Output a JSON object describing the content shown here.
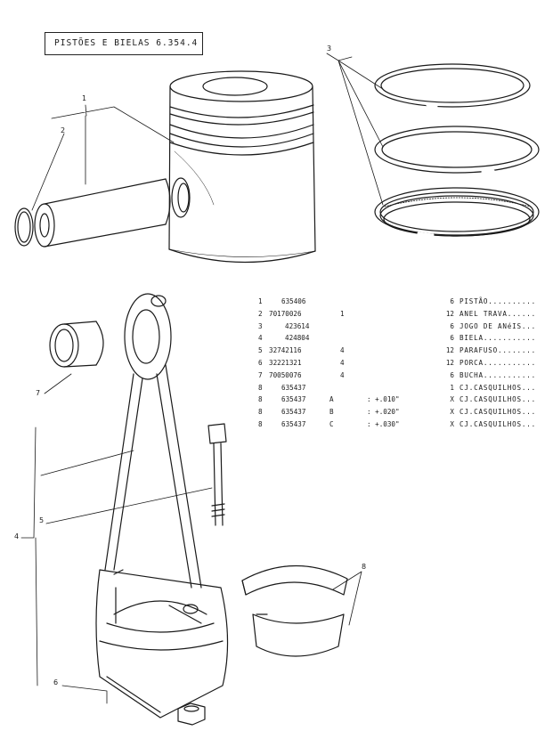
{
  "title": "PISTÕES E BIELAS  6.354.4",
  "callouts": [
    "1",
    "2",
    "3",
    "4",
    "5",
    "6",
    "7",
    "8"
  ],
  "parts": [
    {
      "item": "1",
      "ref": "635406",
      "qty1": "",
      "var": "",
      "tol": "",
      "qty": "6",
      "desc": "PISTÃO.........."
    },
    {
      "item": "2",
      "ref": "70170026",
      "qty1": "1",
      "var": "",
      "tol": "",
      "qty": "12",
      "desc": "ANEL TRAVA......"
    },
    {
      "item": "3",
      "ref": "423614",
      "qty1": "",
      "var": "",
      "tol": "",
      "qty": "6",
      "desc": "JOGO DE ANéIS..."
    },
    {
      "item": "4",
      "ref": "424804",
      "qty1": "",
      "var": "",
      "tol": "",
      "qty": "6",
      "desc": "BIELA..........."
    },
    {
      "item": "5",
      "ref": "32742116",
      "qty1": "4",
      "var": "",
      "tol": "",
      "qty": "12",
      "desc": "PARAFUSO........"
    },
    {
      "item": "6",
      "ref": "32221321",
      "qty1": "4",
      "var": "",
      "tol": "",
      "qty": "12",
      "desc": "PORCA..........."
    },
    {
      "item": "7",
      "ref": "70050076",
      "qty1": "4",
      "var": "",
      "tol": "",
      "qty": "6",
      "desc": "BUCHA..........."
    },
    {
      "item": "8",
      "ref": "635437",
      "qty1": "",
      "var": "",
      "tol": "",
      "qty": "1",
      "desc": "CJ.CASQUILHOS..."
    },
    {
      "item": "8",
      "ref": "635437",
      "qty1": "",
      "var": "A",
      "tol": ": +.010\"",
      "qty": "X",
      "desc": "CJ.CASQUILHOS..."
    },
    {
      "item": "8",
      "ref": "635437",
      "qty1": "",
      "var": "B",
      "tol": ": +.020\"",
      "qty": "X",
      "desc": "CJ.CASQUILHOS..."
    },
    {
      "item": "8",
      "ref": "635437",
      "qty1": "",
      "var": "C",
      "tol": ": +.030\"",
      "qty": "X",
      "desc": "CJ.CASQUILHOS..."
    }
  ]
}
